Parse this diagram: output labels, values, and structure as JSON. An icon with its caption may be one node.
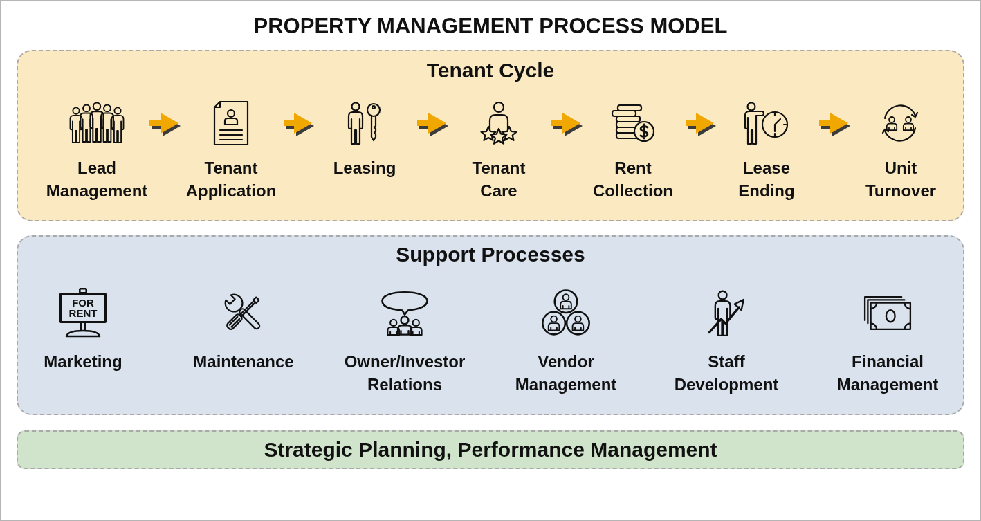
{
  "diagram": {
    "title": "PROPERTY MANAGEMENT PROCESS MODEL",
    "nodes": [
      {
        "text": [
          "Tenant Cycle"
        ]
      },
      {
        "text": [
          "Lead Management"
        ],
        "in": 0
      },
      {
        "text": [
          "Tenant Application"
        ],
        "in": 0
      },
      {
        "text": [
          "Leasing"
        ],
        "in": 0
      },
      {
        "text": [
          "Tenant Care"
        ],
        "in": 0
      },
      {
        "text": [
          "Rent Collection"
        ],
        "in": 0
      },
      {
        "text": [
          "Lease Ending"
        ],
        "in": 0
      },
      {
        "text": [
          "Unit Turnover"
        ],
        "in": 0
      },
      {
        "text": [
          "Support Processes"
        ]
      },
      {
        "text": [
          "Marketing"
        ],
        "in": 8
      },
      {
        "text": [
          "Maintenance"
        ],
        "in": 8
      },
      {
        "text": [
          "Owner/Investor Relations"
        ],
        "in": 8
      },
      {
        "text": [
          "Vendor Management"
        ],
        "in": 8
      },
      {
        "text": [
          "Staff Development"
        ],
        "in": 8
      },
      {
        "text": [
          "Financial Management"
        ],
        "in": 8
      },
      {
        "text": [
          "Strategic Planning, Performance Management"
        ]
      }
    ],
    "edges": [
      {
        "from": 1,
        "to": 2,
        "arrow": "to"
      },
      {
        "from": 2,
        "to": 3,
        "arrow": "to"
      },
      {
        "from": 3,
        "to": 4,
        "arrow": "to"
      },
      {
        "from": 4,
        "to": 5,
        "arrow": "to"
      },
      {
        "from": 5,
        "to": 6,
        "arrow": "to"
      },
      {
        "from": 6,
        "to": 7,
        "arrow": "to"
      }
    ],
    "labels": [
      "FOR RENT"
    ]
  }
}
